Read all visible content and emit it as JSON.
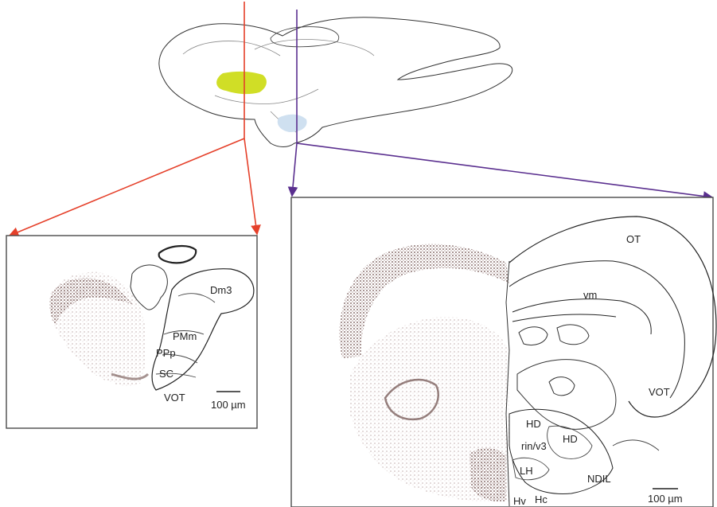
{
  "colors": {
    "red_guide": "#e5402a",
    "purple_guide": "#5a2f8f",
    "highlight_yellow": "#c8d800",
    "highlight_blue": "#cfe0f0",
    "stain": "#6b4b48"
  },
  "left_panel": {
    "labels": {
      "dm3": "Dm3",
      "pmm": "PMm",
      "ppp": "PPp",
      "sc": "SC",
      "vot": "VOT"
    },
    "scale_text": "100 µm"
  },
  "right_panel": {
    "labels": {
      "ot": "OT",
      "vm": "vm",
      "vot": "VOT",
      "hd_upper": "HD",
      "hd_right": "HD",
      "rin_v3": "rin/v3",
      "lh": "LH",
      "ndil": "NDIL",
      "hv": "Hv",
      "hc": "Hc"
    },
    "scale_text": "100 µm"
  }
}
